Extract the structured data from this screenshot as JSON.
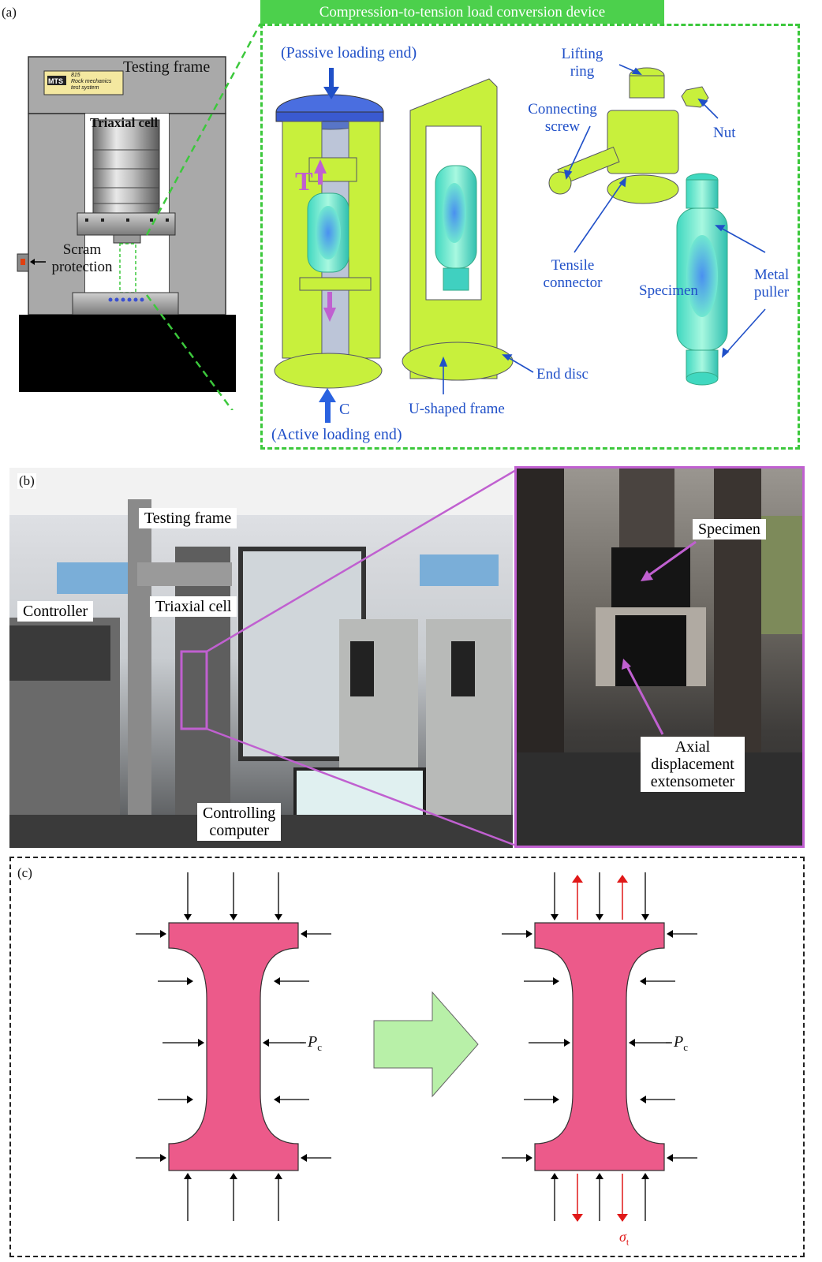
{
  "panel_a": {
    "letter": "(a)",
    "banner": "Compression-to-tension load conversion device",
    "testing_frame": "Testing frame",
    "mts_logo": "MTS",
    "mts_line1": "815",
    "mts_line2": "Rock mechanics",
    "mts_line3": "test system",
    "triaxial_cell": "Triaxial cell",
    "scram_line1": "Scram",
    "scram_line2": "protection",
    "passive_end": "(Passive loading end)",
    "active_end": "(Active loading end)",
    "t_symbol": "T",
    "c_symbol": "C",
    "lifting_line1": "Lifting",
    "lifting_line2": "ring",
    "connecting_line1": "Connecting",
    "connecting_line2": "screw",
    "nut": "Nut",
    "tensile_line1": "Tensile",
    "tensile_line2": "connector",
    "specimen": "Specimen",
    "metal_line1": "Metal",
    "metal_line2": "puller",
    "end_disc": "End disc",
    "u_frame": "U-shaped frame"
  },
  "panel_b": {
    "letter": "(b)",
    "testing_frame": "Testing frame",
    "controller": "Controller",
    "triaxial_cell": "Triaxial cell",
    "computer_line1": "Controlling",
    "computer_line2": "computer",
    "specimen": "Specimen",
    "ext_line1": "Axial",
    "ext_line2": "displacement",
    "ext_line3": "extensometer"
  },
  "panel_c": {
    "letter": "(c)",
    "pc_main": "P",
    "pc_sub": "c",
    "sigma_main": "σ",
    "sigma_sub": "t"
  },
  "colors": {
    "green_frame": "#3cc83c",
    "device_green": "#c8f03c",
    "specimen_cyan": "#60e8c8",
    "label_blue": "#2050c8",
    "magenta": "#c060d0",
    "specimen_pink": "#ec5a8a",
    "arrow_red": "#e01818",
    "big_arrow": "#b8f0a8"
  }
}
